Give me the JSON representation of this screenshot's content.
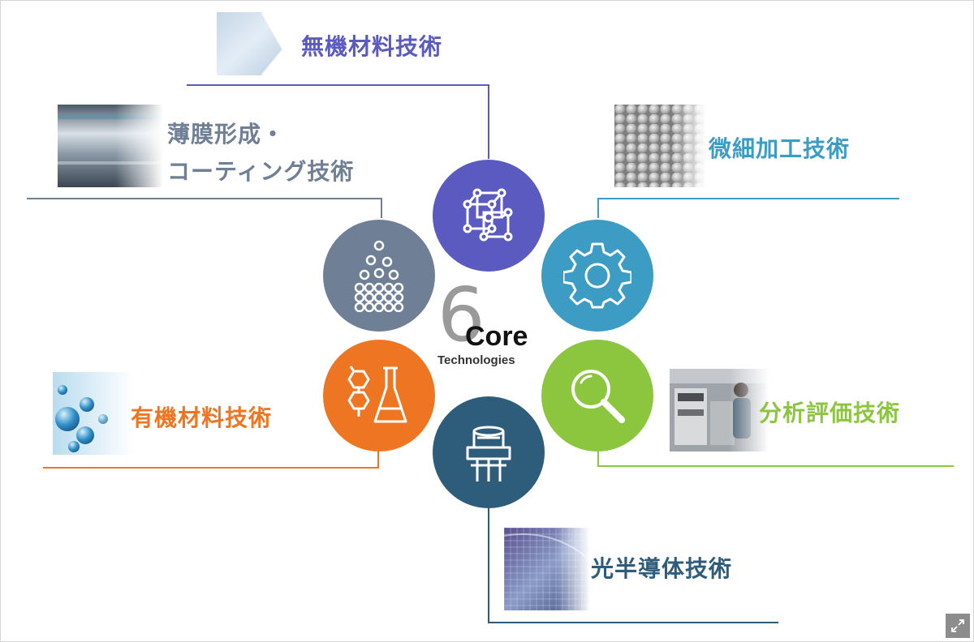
{
  "center": {
    "numeral": "6",
    "word": "Core",
    "subword": "Technologies"
  },
  "technologies": [
    {
      "id": "inorganic",
      "label": "無機材料技術",
      "color": "#5a5ac0",
      "icon": "crystal-lattice-icon"
    },
    {
      "id": "thin-film",
      "label_line1": "薄膜形成・",
      "label_line2": "コーティング技術",
      "color": "#6e7f96",
      "icon": "particles-icon"
    },
    {
      "id": "micro",
      "label": "微細加工技術",
      "color": "#3d9cc4",
      "icon": "gear-icon"
    },
    {
      "id": "analysis",
      "label": "分析評価技術",
      "color": "#8cc63f",
      "icon": "magnifier-icon"
    },
    {
      "id": "organic",
      "label": "有機材料技術",
      "color": "#ee7622",
      "icon": "flask-molecule-icon"
    },
    {
      "id": "optical",
      "label": "光半導体技術",
      "color": "#2d5d7b",
      "icon": "semiconductor-icon"
    }
  ]
}
